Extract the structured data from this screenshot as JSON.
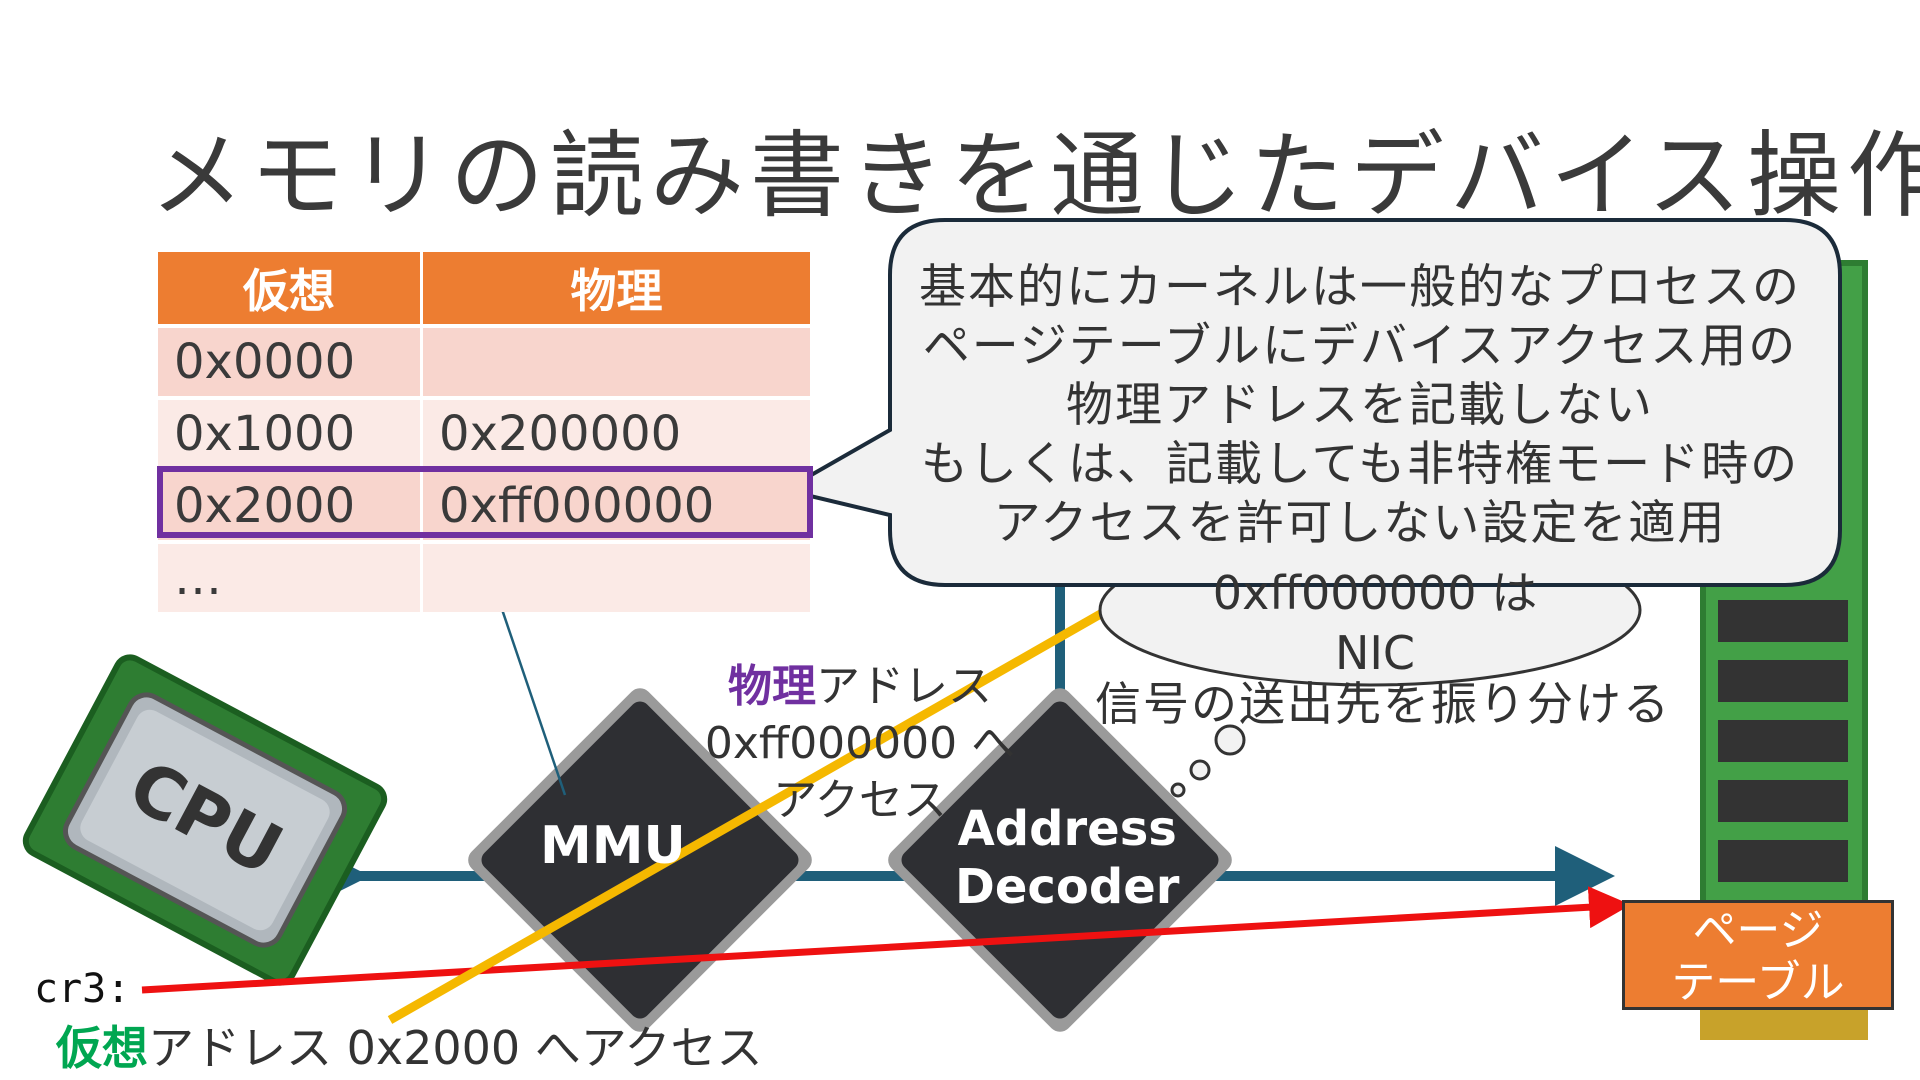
{
  "slide": {
    "title": "メモリの読み書きを通じたデバイス操作"
  },
  "page_table": {
    "headers": [
      "仮想",
      "物理"
    ],
    "rows": [
      {
        "virtual": "0x0000",
        "physical": ""
      },
      {
        "virtual": "0x1000",
        "physical": "0x200000"
      },
      {
        "virtual": "0x2000",
        "physical": "0xff000000"
      },
      {
        "virtual": "…",
        "physical": ""
      }
    ],
    "highlight_color": "#7030a0",
    "header_color": "#ed7d31"
  },
  "callout": {
    "text": "基本的にカーネルは一般的なプロセスの\nページテーブルにデバイスアクセス用の\n物理アドレスを記載しない\nもしくは、記載しても非特権モード時の\nアクセスを許可しない設定を適用"
  },
  "thought": {
    "text": "0xff000000 は\nNIC",
    "below_text": "信号の送出先を振り分ける"
  },
  "phys_label": {
    "highlight": "物理",
    "rest": "アドレス",
    "line2": "0xff000000 へ",
    "line3": "アクセス",
    "color": "#7030a0"
  },
  "virt_label": {
    "highlight": "仮想",
    "rest": "アドレス 0x2000 へアクセス",
    "color": "#00a651"
  },
  "register": {
    "label": "cr3:"
  },
  "chips": {
    "mmu": "MMU",
    "decoder": "Address\nDecoder",
    "cpu": "CPU"
  },
  "page_table_box": {
    "label": "ページ\nテーブル",
    "color": "#ed7d31"
  },
  "colors": {
    "bus": "#1f5f7a",
    "yellow_line": "#f5b800",
    "red_arrow": "#ee1111"
  }
}
